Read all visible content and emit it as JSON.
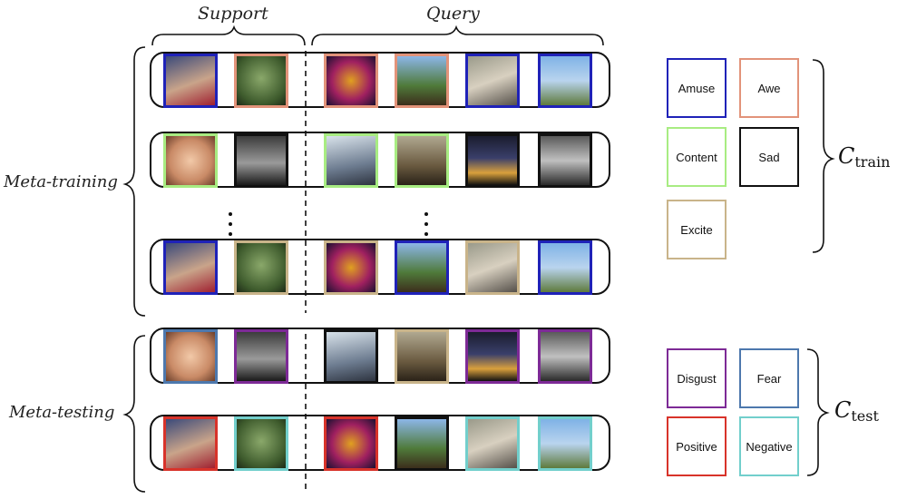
{
  "headers": {
    "support": "Support",
    "query": "Query"
  },
  "phases": {
    "meta_training": "Meta-training",
    "meta_testing": "Meta-testing"
  },
  "class_sets": {
    "train": {
      "symbol": "C",
      "subscript": "train"
    },
    "test": {
      "symbol": "C",
      "subscript": "test"
    }
  },
  "classes": {
    "amuse": {
      "label": "Amuse",
      "color": "#1f22b8"
    },
    "awe": {
      "label": "Awe",
      "color": "#e2937a"
    },
    "content": {
      "label": "Content",
      "color": "#a8ec82"
    },
    "sad": {
      "label": "Sad",
      "color": "#111111"
    },
    "excite": {
      "label": "Excite",
      "color": "#c9b48a"
    },
    "disgust": {
      "label": "Disgust",
      "color": "#7d2a96"
    },
    "fear": {
      "label": "Fear",
      "color": "#4d78ad"
    },
    "positive": {
      "label": "Positive",
      "color": "#d8332a"
    },
    "negative": {
      "label": "Negative",
      "color": "#72cfcc"
    }
  },
  "episodes": [
    {
      "phase": "meta-training",
      "support": [
        "amuse",
        "awe"
      ],
      "query": [
        "awe",
        "awe",
        "amuse",
        "amuse"
      ]
    },
    {
      "phase": "meta-training",
      "support": [
        "content",
        "sad"
      ],
      "query": [
        "content",
        "content",
        "sad",
        "sad"
      ]
    },
    {
      "phase": "meta-training",
      "support": [
        "amuse",
        "excite"
      ],
      "query": [
        "excite",
        "amuse",
        "excite",
        "amuse"
      ]
    },
    {
      "phase": "meta-testing",
      "support": [
        "fear",
        "disgust"
      ],
      "query": [
        "sad",
        "excite",
        "disgust",
        "disgust"
      ]
    },
    {
      "phase": "meta-testing",
      "support": [
        "positive",
        "negative"
      ],
      "query": [
        "positive",
        "sad",
        "negative",
        "negative"
      ]
    }
  ]
}
